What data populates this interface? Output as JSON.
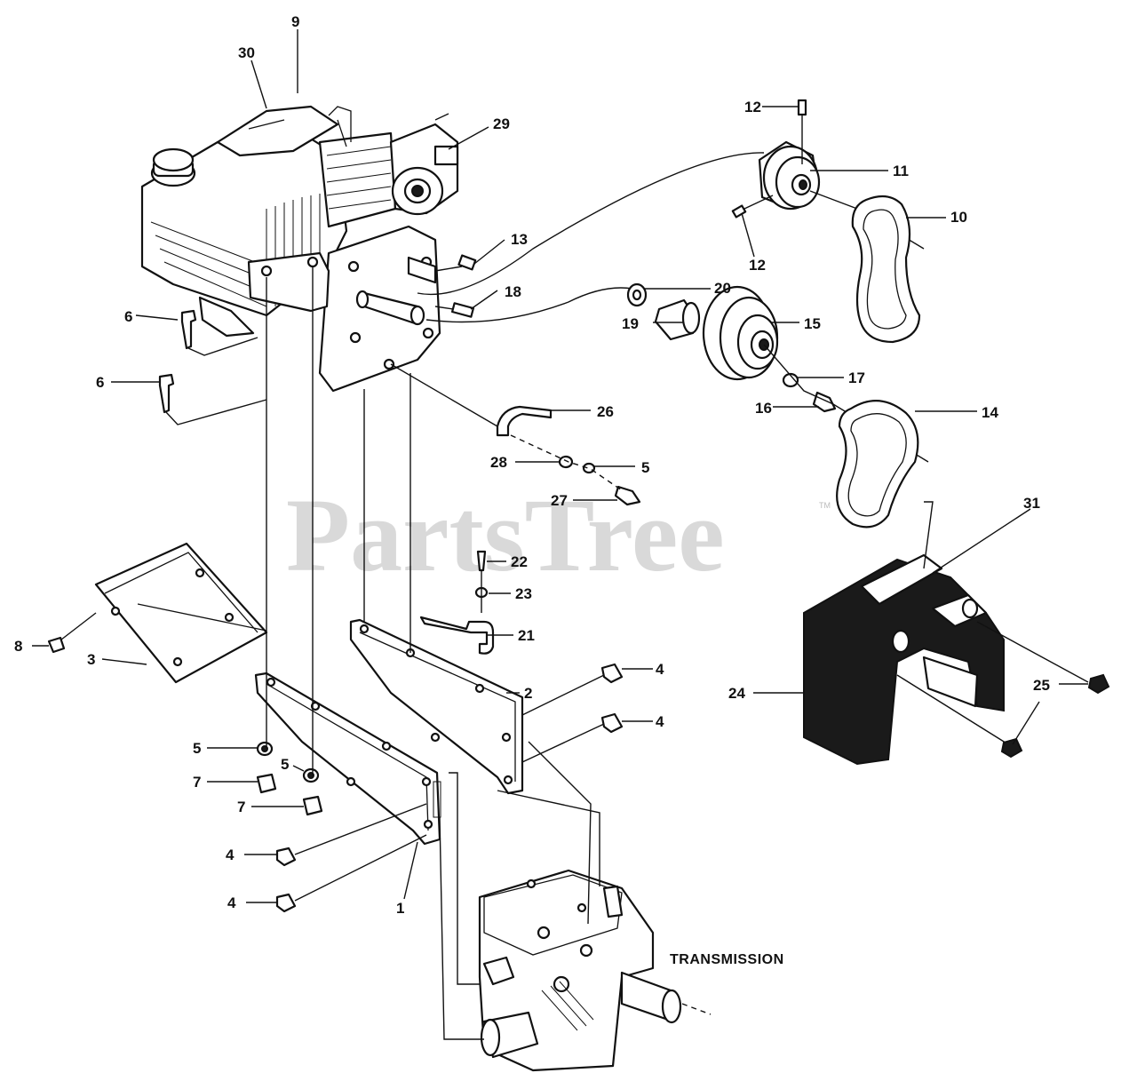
{
  "watermark": {
    "text": "PartsTree",
    "tm": "TM"
  },
  "labels": {
    "transmission": "TRANSMISSION",
    "p1": "1",
    "p2": "2",
    "p3": "3",
    "p4a": "4",
    "p4b": "4",
    "p4c": "4",
    "p4d": "4",
    "p5a": "5",
    "p5b": "5",
    "p5c": "5",
    "p6a": "6",
    "p6b": "6",
    "p7a": "7",
    "p7b": "7",
    "p8": "8",
    "p9": "9",
    "p10": "10",
    "p11": "11",
    "p12a": "12",
    "p12b": "12",
    "p13": "13",
    "p14": "14",
    "p15": "15",
    "p16": "16",
    "p17": "17",
    "p18": "18",
    "p19": "19",
    "p20": "20",
    "p21": "21",
    "p22": "22",
    "p23": "23",
    "p24": "24",
    "p25": "25",
    "p26": "26",
    "p27": "27",
    "p28": "28",
    "p29": "29",
    "p30": "30",
    "p31": "31"
  }
}
